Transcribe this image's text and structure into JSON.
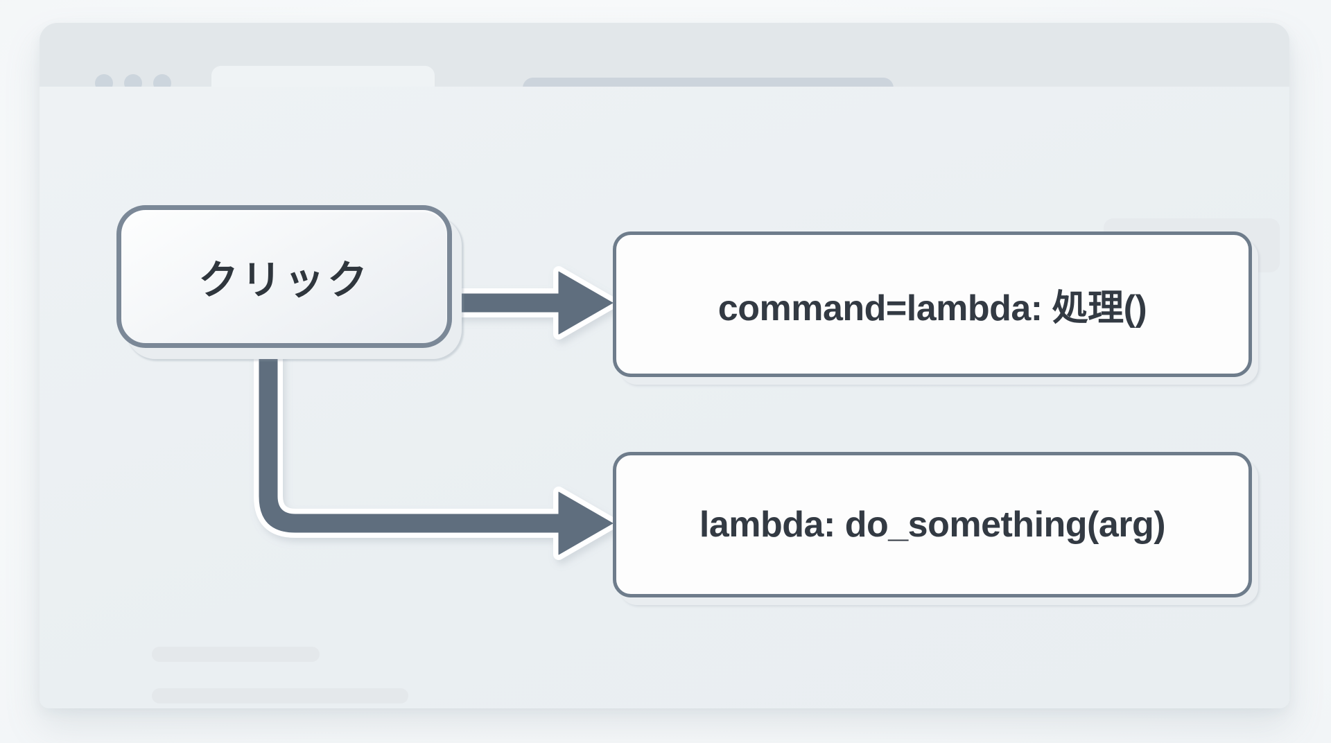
{
  "window": {
    "chrome": {
      "traffic_lights": [
        "close-dot",
        "minimize-dot",
        "maximize-dot"
      ],
      "tab_label": "",
      "address_bar_value": "",
      "address_bar_placeholder": ""
    },
    "placeholders": {
      "top_pill": "",
      "top_block": "",
      "text_bar_1": "",
      "text_bar_2": "",
      "text_bar_3": ""
    }
  },
  "diagram": {
    "source_node": {
      "label": "クリック",
      "type": "button"
    },
    "targets": [
      {
        "id": "code-box-1",
        "label": "command=lambda: 処理()"
      },
      {
        "id": "code-box-2",
        "label": "lambda: do_something(arg)"
      }
    ],
    "connectors": [
      {
        "from": "click-button",
        "to": "code-box-1",
        "style": "straight-arrow"
      },
      {
        "from": "click-button",
        "to": "code-box-2",
        "style": "elbow-arrow"
      }
    ]
  },
  "colors": {
    "page_background": "#fbfcfd",
    "window_background": "#eef2f4",
    "chrome_bar": "#e2e7ea",
    "tab_active": "#eff3f5",
    "address_bar": "#ccd4dc",
    "traffic_dot": "#ccd5dd",
    "placeholder": "#e4e8eb",
    "node_border": "#7b8897",
    "box_border": "#6e7c8b",
    "box_fill": "#fdfdfd",
    "connector": "#5f6e7e",
    "connector_outline": "#ffffff",
    "text_primary": "#2f363d",
    "code_text": "#333a43"
  }
}
